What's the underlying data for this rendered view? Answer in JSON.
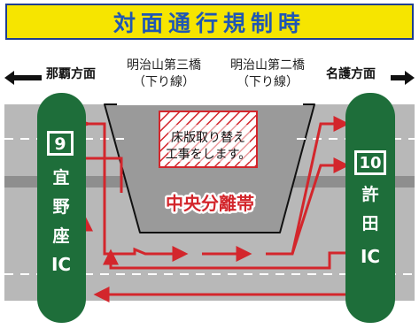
{
  "title": "対面通行規制時",
  "directions": {
    "left": "那覇方面",
    "right": "名護方面"
  },
  "bridges": {
    "left_name": "明治山第三橋",
    "left_sub": "（下り線）",
    "right_name": "明治山第二橋",
    "right_sub": "（下り線）"
  },
  "notice": {
    "line1": "床版取り替え",
    "line2": "工事をします。"
  },
  "median_label": "中央分離帯",
  "interchanges": {
    "left": {
      "number": "9",
      "name_line1": "宜",
      "name_line2": "野",
      "name_line3": "座",
      "name_line4": "IC"
    },
    "right": {
      "number": "10",
      "name_line1": "許",
      "name_line2": "田",
      "name_line3": "IC"
    }
  },
  "colors": {
    "banner": "#f6e500",
    "title": "#1f57b3",
    "road": "#b8b8b8",
    "median": "#8e8e8e",
    "ic_sign": "#1e6e3a",
    "traffic_arrow": "#d3262c",
    "work_zone": "#d3262c"
  }
}
